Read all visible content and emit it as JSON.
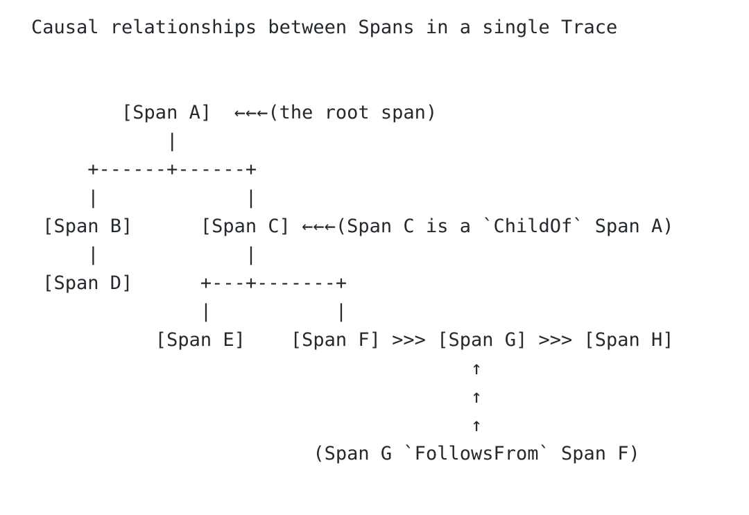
{
  "page": {
    "background_color": "#ffffff",
    "text_color": "#24292e"
  },
  "diagram": {
    "title": "Causal relationships between Spans in a single Trace",
    "lines": [
      "        [Span A]  ←←←(the root span)",
      "            |",
      "     +------+------+",
      "     |             |",
      " [Span B]      [Span C] ←←←(Span C is a `ChildOf` Span A)",
      "     |             |",
      " [Span D]      +---+-------+",
      "               |           |",
      "           [Span E]    [Span F] >>> [Span G] >>> [Span H]",
      "                                       ↑",
      "                                       ↑",
      "                                       ↑",
      "                         (Span G `FollowsFrom` Span F)"
    ]
  }
}
